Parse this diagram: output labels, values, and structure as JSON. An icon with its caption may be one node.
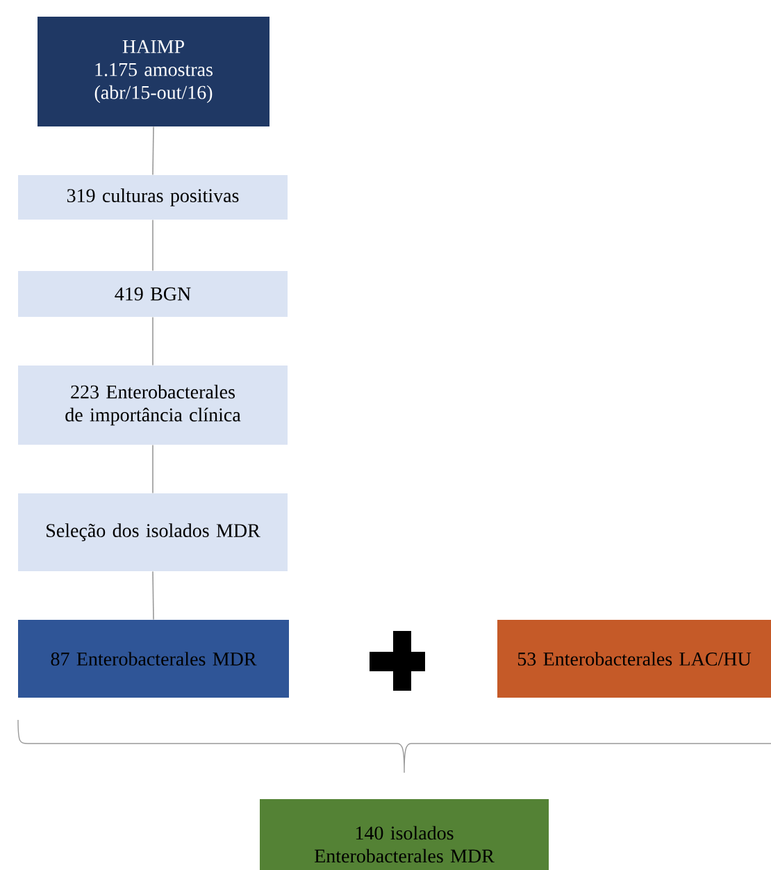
{
  "diagram": {
    "nodes": [
      {
        "text": [
          "HAIMP",
          "1.175 amostras (abr/15-out/16)"
        ]
      },
      {
        "text": [
          "319 culturas positivas"
        ]
      },
      {
        "text": [
          "419 BGN"
        ]
      },
      {
        "text": [
          "223 Enterobacterales de importância clínica"
        ]
      },
      {
        "text": [
          "Seleção dos isolados MDR"
        ]
      },
      {
        "text": [
          "87 Enterobacterales MDR"
        ]
      },
      {
        "text": [
          "53 Enterobacterales LAC/HU"
        ]
      },
      {
        "text": [
          "140 isolados Enterobacterales MDR"
        ]
      }
    ],
    "edges": [
      {
        "from": 0,
        "to": 1,
        "arrow": "none"
      },
      {
        "from": 1,
        "to": 2,
        "arrow": "none"
      },
      {
        "from": 2,
        "to": 3,
        "arrow": "none"
      },
      {
        "from": 3,
        "to": 4,
        "arrow": "none"
      },
      {
        "from": 4,
        "to": 5,
        "arrow": "none"
      }
    ]
  }
}
